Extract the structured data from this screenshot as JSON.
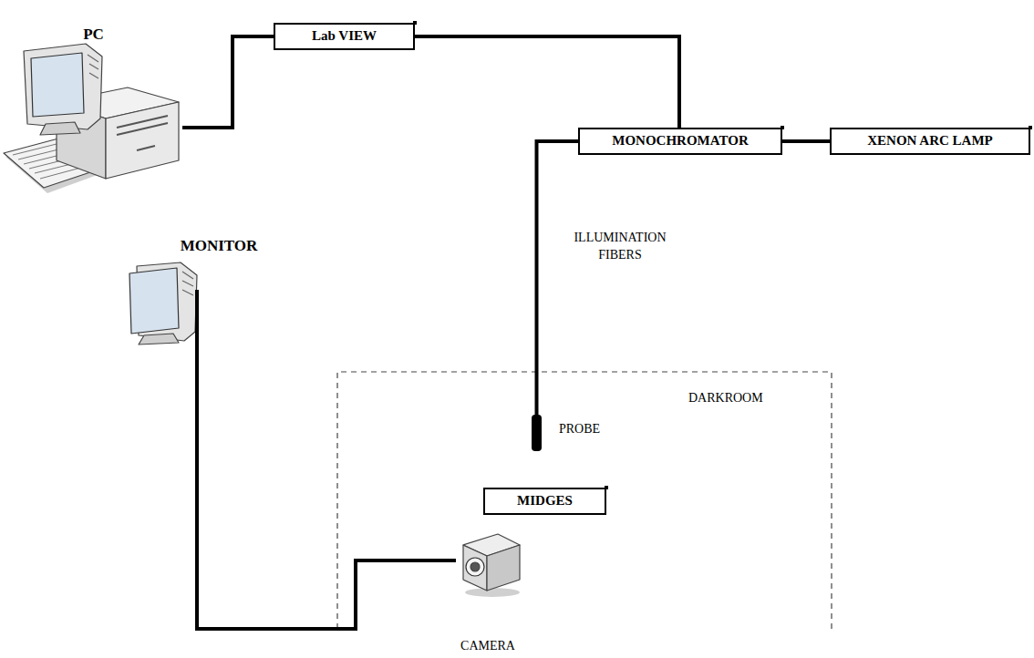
{
  "diagram": {
    "nodes": [
      {
        "text": [
          "PC"
        ]
      },
      {
        "text": [
          "Lab VIEW"
        ]
      },
      {
        "text": [
          "MONOCHROMATOR"
        ]
      },
      {
        "text": [
          "XENON ARC LAMP"
        ]
      },
      {
        "text": [
          "MONITOR"
        ]
      },
      {
        "text": [
          "DARKROOM"
        ]
      },
      {
        "text": [
          "PROBE"
        ],
        "in": 5
      },
      {
        "text": [
          "MIDGES"
        ],
        "in": 5
      },
      {
        "text": [
          "CAMERA"
        ],
        "in": 5
      }
    ],
    "edges": [
      {
        "from": 0,
        "to": 1,
        "arrow": "none"
      },
      {
        "from": 1,
        "to": 2,
        "arrow": "none"
      },
      {
        "from": 2,
        "to": 3,
        "arrow": "none"
      },
      {
        "from": 2,
        "to": 6,
        "arrow": "none",
        "label": "ILLUMINATION FIBERS"
      },
      {
        "from": 4,
        "to": 8,
        "arrow": "none"
      }
    ]
  }
}
